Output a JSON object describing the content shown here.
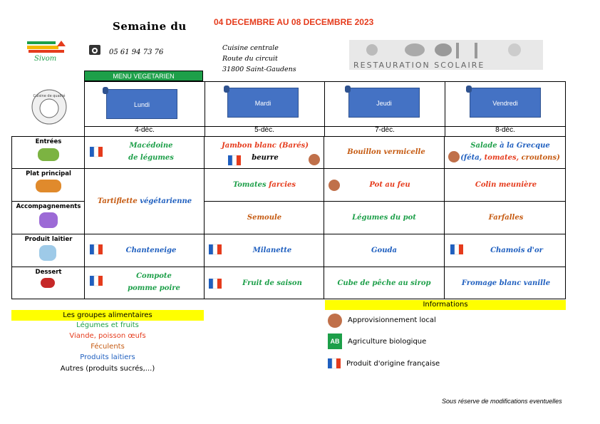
{
  "header": {
    "semaine_label": "Semaine du",
    "date_range": "04 DECEMBRE AU 08 DECEMBRE 2023",
    "phone": "05 61 94 73 76",
    "address": [
      "Cuisine centrale",
      "Route du circuit",
      "31800 Saint-Gaudens"
    ],
    "logo_text": "Sivom",
    "restauration_text": "RESTAURATION SCOLAIRE",
    "seal_text": "Cuisine de qualité"
  },
  "menu_tag": "MENU VEGETARIEN",
  "days": [
    {
      "name": "Lundi",
      "date": "4-déc."
    },
    {
      "name": "Mardi",
      "date": "5-déc."
    },
    {
      "name": "Jeudi",
      "date": "7-déc."
    },
    {
      "name": "Vendredi",
      "date": "8-déc."
    }
  ],
  "rows": [
    {
      "label": "Entrées"
    },
    {
      "label": "Plat principal"
    },
    {
      "label": "Accompagnements"
    },
    {
      "label": "Produit laitier"
    },
    {
      "label": "Dessert"
    }
  ],
  "menu": {
    "entrees": [
      "Macédoine",
      "de légumes",
      "Jambon blanc (Barés)",
      "beurre",
      "Bouillon vermicelle",
      "Salade",
      "à la Grecque",
      "(féta,",
      "tomates,",
      "croutons)"
    ],
    "plat": [
      "Tartiflette",
      "végétarienne",
      "Tomates",
      "farcies",
      "Pot au feu",
      "Colin meunière"
    ],
    "accomp": [
      "Semoule",
      "Légumes du pot",
      "Farfalles"
    ],
    "laitier": [
      "Chanteneige",
      "Milanette",
      "Gouda",
      "Chamois d'or"
    ],
    "dessert": [
      "Compote",
      "pomme poire",
      "Fruit de saison",
      "Cube de pêche au sirop",
      "Fromage blanc vanille"
    ]
  },
  "legend": {
    "title": "Les groupes alimentaires",
    "items": [
      {
        "text": "Légumes et fruits",
        "color": "#1d9f49"
      },
      {
        "text": "Viande, poisson œufs",
        "color": "#e53b1c"
      },
      {
        "text": "Féculents",
        "color": "#c55a11"
      },
      {
        "text": "Produits laitiers",
        "color": "#1f5fbf"
      },
      {
        "text": "Autres (produits sucrés,...)",
        "color": "#000000"
      }
    ]
  },
  "informations": {
    "title": "Informations",
    "items": [
      "Approvisionnement local",
      "Agriculture biologique",
      "Produit d'origine française"
    ],
    "ab_label": "AB"
  },
  "footer": "Sous réserve de modifications eventuelles"
}
